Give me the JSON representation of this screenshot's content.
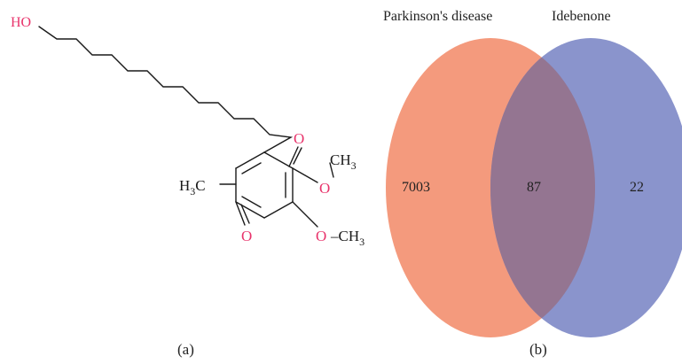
{
  "panel_a": {
    "caption": "(a)",
    "atoms": {
      "ho": "HO",
      "o_top": "O",
      "o_bottom": "O",
      "o_methoxy_top": "O",
      "o_methoxy_bottom": "O",
      "ch3_top": "CH",
      "ch3_top_sub": "3",
      "ch3_bottom": "CH",
      "ch3_bottom_sub": "3",
      "methyl_h": "H",
      "methyl_h_sub": "3",
      "methyl_c": "C",
      "bond_dash": "–"
    },
    "colors": {
      "heteroatom": "#e8336b",
      "bond": "#1a1a1a"
    }
  },
  "panel_b": {
    "caption": "(b)",
    "set_left_label": "Parkinson's disease",
    "set_right_label": "Idebenone",
    "left_only_count": "7003",
    "overlap_count": "87",
    "right_only_count": "22",
    "colors": {
      "left": "#f49a7d",
      "right": "#8a94cc",
      "overlap": "#947591"
    }
  }
}
